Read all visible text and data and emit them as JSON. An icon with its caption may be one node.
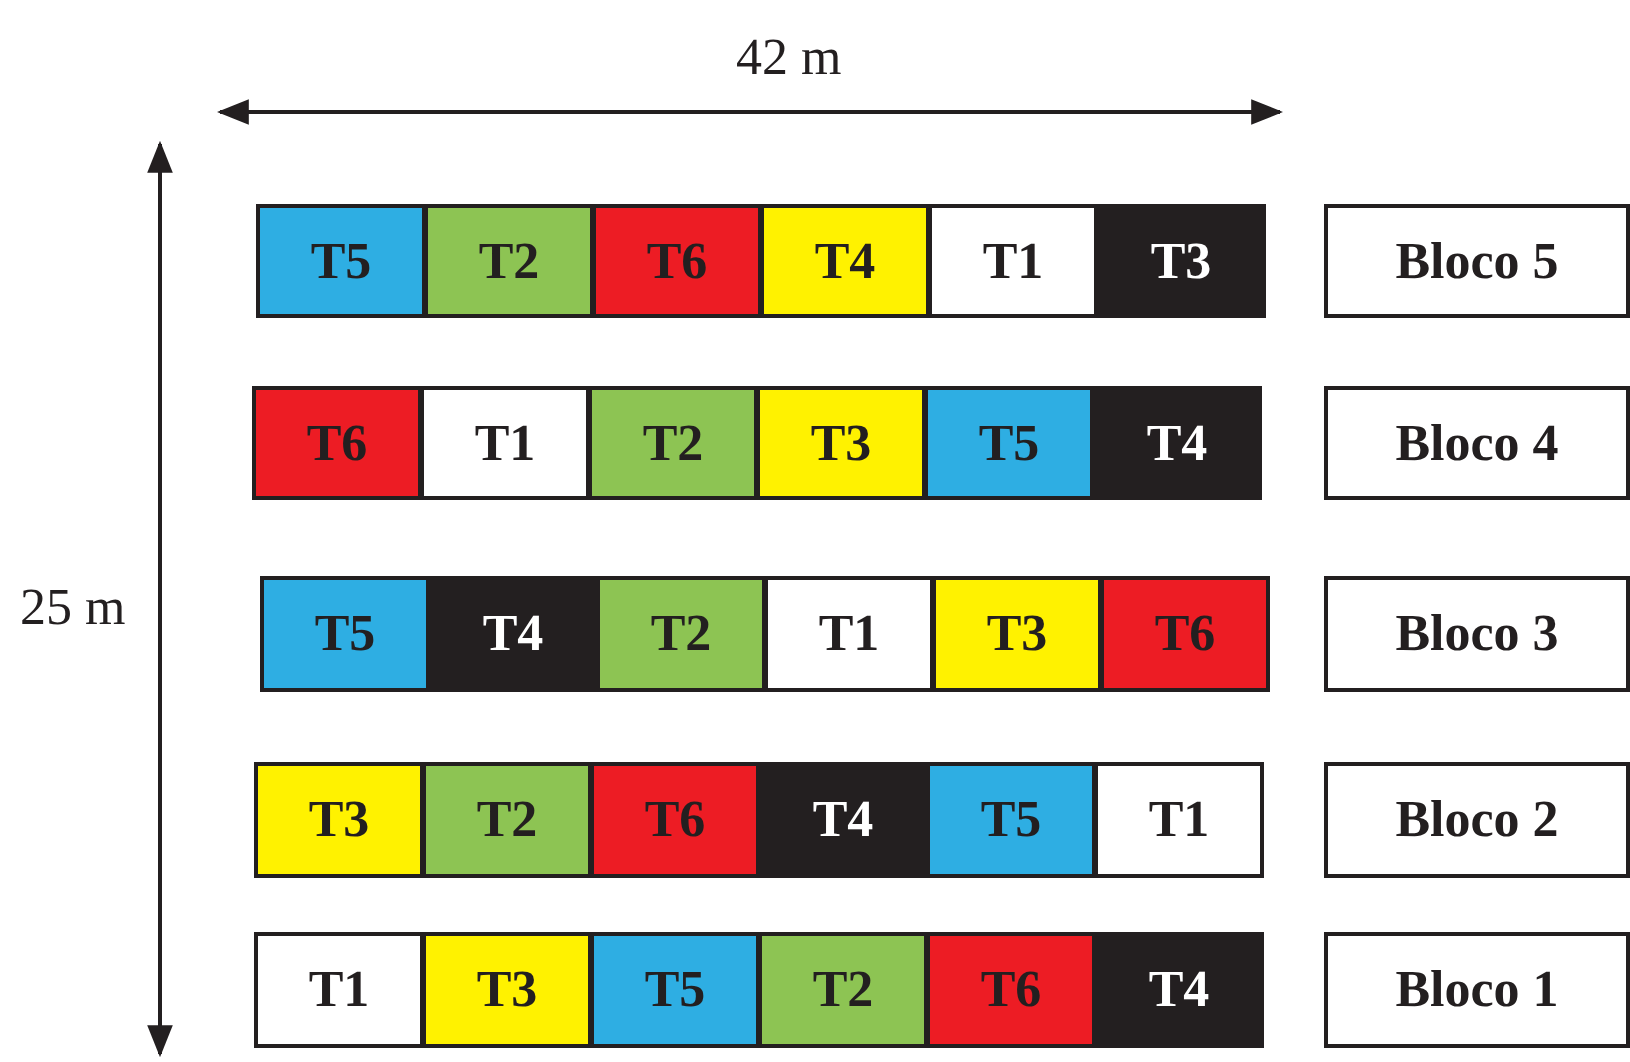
{
  "diagram": {
    "nodes": [
      {
        "text": [
          "T5"
        ]
      },
      {
        "text": [
          "T2"
        ]
      },
      {
        "text": [
          "T6"
        ]
      },
      {
        "text": [
          "T4"
        ]
      },
      {
        "text": [
          "T1"
        ]
      },
      {
        "text": [
          "T3"
        ]
      },
      {
        "text": [
          "Bloco 5"
        ]
      },
      {
        "text": [
          "T6"
        ]
      },
      {
        "text": [
          "T1"
        ]
      },
      {
        "text": [
          "T2"
        ]
      },
      {
        "text": [
          "T3"
        ]
      },
      {
        "text": [
          "T5"
        ]
      },
      {
        "text": [
          "T4"
        ]
      },
      {
        "text": [
          "Bloco 4"
        ]
      },
      {
        "text": [
          "T5"
        ]
      },
      {
        "text": [
          "T4"
        ]
      },
      {
        "text": [
          "T2"
        ]
      },
      {
        "text": [
          "T1"
        ]
      },
      {
        "text": [
          "T3"
        ]
      },
      {
        "text": [
          "T6"
        ]
      },
      {
        "text": [
          "Bloco 3"
        ]
      },
      {
        "text": [
          "T3"
        ]
      },
      {
        "text": [
          "T2"
        ]
      },
      {
        "text": [
          "T6"
        ]
      },
      {
        "text": [
          "T4"
        ]
      },
      {
        "text": [
          "T5"
        ]
      },
      {
        "text": [
          "T1"
        ]
      },
      {
        "text": [
          "Bloco 2"
        ]
      },
      {
        "text": [
          "T1"
        ]
      },
      {
        "text": [
          "T3"
        ]
      },
      {
        "text": [
          "T5"
        ]
      },
      {
        "text": [
          "T2"
        ]
      },
      {
        "text": [
          "T6"
        ]
      },
      {
        "text": [
          "T4"
        ]
      },
      {
        "text": [
          "Bloco 1"
        ]
      }
    ],
    "edges": [],
    "labels": [
      "42 m",
      "25 m"
    ]
  }
}
